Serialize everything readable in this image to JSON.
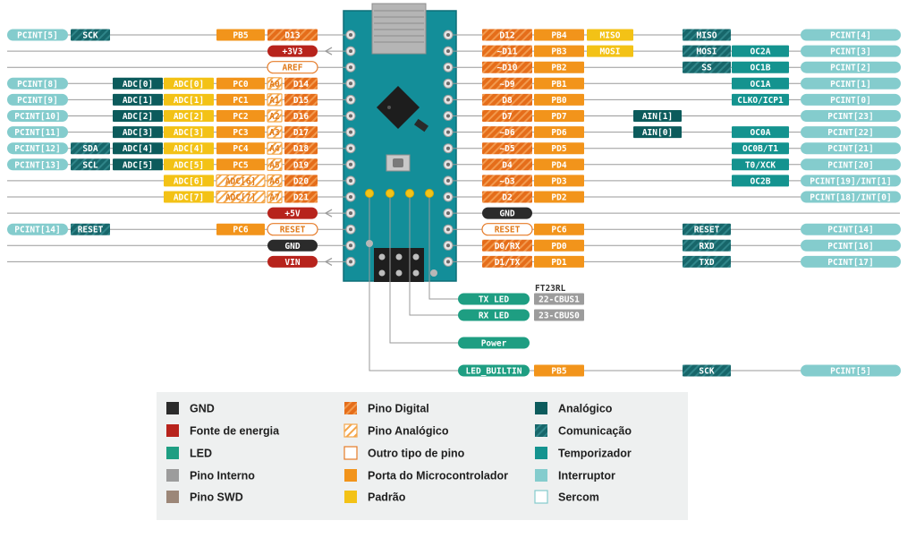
{
  "colors": {
    "gnd": "#2b2b2b",
    "power": "#b7231c",
    "led": "#1e9e82",
    "internal": "#9c9c9c",
    "swd": "#9c8778",
    "digital": "#e56d1a",
    "analog_pin": "#f4a64a",
    "other_pin_border": "#e67b27",
    "port": "#f2941b",
    "default": "#f3c216",
    "analog": "#0c5b5c",
    "comm": "#17666a",
    "timer": "#14938f",
    "interrupt": "#84cccd",
    "sercom_border": "#84cccd",
    "board": "#138e99",
    "wire": "#9a9a9a"
  },
  "left_rows": [
    {
      "pin": "D13",
      "port": "PB5",
      "extras": [
        {
          "text": "SCK",
          "type": "comm"
        },
        {
          "text": "PCINT[5]",
          "type": "interrupt"
        }
      ]
    },
    {
      "pin": "+3V3",
      "type": "power",
      "arrow": true
    },
    {
      "pin": "AREF",
      "type": "other"
    },
    {
      "pin": "D14",
      "aid": "A0",
      "port": "PC0",
      "extras": [
        {
          "text": "ADC[0]",
          "type": "default"
        },
        {
          "text": "ADC[0]",
          "type": "analog"
        },
        {
          "text": "PCINT[8]",
          "type": "interrupt"
        }
      ]
    },
    {
      "pin": "D15",
      "aid": "A1",
      "port": "PC1",
      "extras": [
        {
          "text": "ADC[1]",
          "type": "default"
        },
        {
          "text": "ADC[1]",
          "type": "analog"
        },
        {
          "text": "PCINT[9]",
          "type": "interrupt"
        }
      ]
    },
    {
      "pin": "D16",
      "aid": "A2",
      "port": "PC2",
      "extras": [
        {
          "text": "ADC[2]",
          "type": "default"
        },
        {
          "text": "ADC[2]",
          "type": "analog"
        },
        {
          "text": "PCINT[10]",
          "type": "interrupt"
        }
      ]
    },
    {
      "pin": "D17",
      "aid": "A3",
      "port": "PC3",
      "extras": [
        {
          "text": "ADC[3]",
          "type": "default"
        },
        {
          "text": "ADC[3]",
          "type": "analog"
        },
        {
          "text": "PCINT[11]",
          "type": "interrupt"
        }
      ]
    },
    {
      "pin": "D18",
      "aid": "A4",
      "port": "PC4",
      "extras": [
        {
          "text": "ADC[4]",
          "type": "default"
        },
        {
          "text": "ADC[4]",
          "type": "analog"
        },
        {
          "text": "SDA",
          "type": "comm"
        },
        {
          "text": "PCINT[12]",
          "type": "interrupt"
        }
      ]
    },
    {
      "pin": "D19",
      "aid": "A5",
      "port": "PC5",
      "extras": [
        {
          "text": "ADC[5]",
          "type": "default"
        },
        {
          "text": "ADC[5]",
          "type": "analog"
        },
        {
          "text": "SCL",
          "type": "comm"
        },
        {
          "text": "PCINT[13]",
          "type": "interrupt"
        }
      ]
    },
    {
      "pin": "D20",
      "aid": "A6",
      "extras": [
        {
          "text": "ADC[6]",
          "type": "analog_pin"
        },
        {
          "text": "ADC[6]",
          "type": "default"
        }
      ]
    },
    {
      "pin": "D21",
      "aid": "A7",
      "extras": [
        {
          "text": "ADC[7]",
          "type": "analog_pin"
        },
        {
          "text": "ADC[7]",
          "type": "default"
        }
      ]
    },
    {
      "pin": "+5V",
      "type": "power",
      "arrow": true
    },
    {
      "pin": "RESET",
      "type": "other",
      "port": "PC6",
      "extras": [
        {
          "text": "RESET",
          "type": "comm"
        },
        {
          "text": "PCINT[14]",
          "type": "interrupt"
        }
      ]
    },
    {
      "pin": "GND",
      "type": "gnd"
    },
    {
      "pin": "VIN",
      "type": "power",
      "arrow": true
    }
  ],
  "right_rows": [
    {
      "pin": "D12",
      "port": "PB4",
      "extras": [
        {
          "text": "MISO",
          "type": "default"
        },
        {
          "text": "MISO",
          "type": "comm"
        },
        {
          "text": "PCINT[4]",
          "type": "interrupt"
        }
      ]
    },
    {
      "pin": "~D11",
      "port": "PB3",
      "extras": [
        {
          "text": "MOSI",
          "type": "default"
        },
        {
          "text": "MOSI",
          "type": "comm"
        },
        {
          "text": "OC2A",
          "type": "timer"
        },
        {
          "text": "PCINT[3]",
          "type": "interrupt"
        }
      ]
    },
    {
      "pin": "~D10",
      "port": "PB2",
      "extras": [
        {
          "text": "SS",
          "type": "comm"
        },
        {
          "text": "OC1B",
          "type": "timer"
        },
        {
          "text": "PCINT[2]",
          "type": "interrupt"
        }
      ]
    },
    {
      "pin": "~D9",
      "port": "PB1",
      "extras": [
        {
          "text": "OC1A",
          "type": "timer"
        },
        {
          "text": "PCINT[1]",
          "type": "interrupt"
        }
      ]
    },
    {
      "pin": "D8",
      "port": "PB0",
      "extras": [
        {
          "text": "CLKO/ICP1",
          "type": "timer"
        },
        {
          "text": "PCINT[0]",
          "type": "interrupt"
        }
      ]
    },
    {
      "pin": "D7",
      "port": "PD7",
      "extras": [
        {
          "text": "AIN[1]",
          "type": "analog"
        },
        {
          "text": "PCINT[23]",
          "type": "interrupt"
        }
      ]
    },
    {
      "pin": "~D6",
      "port": "PD6",
      "extras": [
        {
          "text": "AIN[0]",
          "type": "analog"
        },
        {
          "text": "OC0A",
          "type": "timer"
        },
        {
          "text": "PCINT[22]",
          "type": "interrupt"
        }
      ]
    },
    {
      "pin": "~D5",
      "port": "PD5",
      "extras": [
        {
          "text": "OC0B/T1",
          "type": "timer"
        },
        {
          "text": "PCINT[21]",
          "type": "interrupt"
        }
      ]
    },
    {
      "pin": "D4",
      "port": "PD4",
      "extras": [
        {
          "text": "T0/XCK",
          "type": "timer"
        },
        {
          "text": "PCINT[20]",
          "type": "interrupt"
        }
      ]
    },
    {
      "pin": "~D3",
      "port": "PD3",
      "extras": [
        {
          "text": "OC2B",
          "type": "timer"
        },
        {
          "text": "PCINT[19]/INT[1]",
          "type": "interrupt"
        }
      ]
    },
    {
      "pin": "D2",
      "port": "PD2",
      "extras": [
        {
          "text": "PCINT[18]/INT[0]",
          "type": "interrupt"
        }
      ]
    },
    {
      "pin": "GND",
      "type": "gnd"
    },
    {
      "pin": "RESET",
      "type": "other",
      "port": "PC6",
      "extras": [
        {
          "text": "RESET",
          "type": "comm"
        },
        {
          "text": "PCINT[14]",
          "type": "interrupt"
        }
      ]
    },
    {
      "pin": "D0/RX",
      "port": "PD0",
      "extras": [
        {
          "text": "RXD",
          "type": "comm"
        },
        {
          "text": "PCINT[16]",
          "type": "interrupt"
        }
      ]
    },
    {
      "pin": "D1/TX",
      "port": "PD1",
      "extras": [
        {
          "text": "TXD",
          "type": "comm"
        },
        {
          "text": "PCINT[17]",
          "type": "interrupt"
        }
      ]
    }
  ],
  "bottom": {
    "chip_title": "FT23RL",
    "rows": [
      {
        "label": "TX LED",
        "type": "led",
        "extras": [
          {
            "text": "22-CBUS1",
            "type": "internal"
          }
        ]
      },
      {
        "label": "RX LED",
        "type": "led",
        "extras": [
          {
            "text": "23-CBUS0",
            "type": "internal"
          }
        ]
      },
      {
        "label": "Power",
        "type": "led",
        "extras": []
      },
      {
        "label": "LED_BUILTIN",
        "type": "led",
        "extras": [
          {
            "text": "PB5",
            "type": "port"
          },
          {
            "text": "SCK",
            "type": "comm"
          },
          {
            "text": "PCINT[5]",
            "type": "interrupt"
          }
        ]
      }
    ]
  },
  "legend": [
    {
      "text": "GND",
      "type": "gnd"
    },
    {
      "text": "Fonte de energia",
      "type": "power"
    },
    {
      "text": "LED",
      "type": "led"
    },
    {
      "text": "Pino Interno",
      "type": "internal"
    },
    {
      "text": "Pino SWD",
      "type": "swd"
    },
    {
      "text": "Pino Digital",
      "type": "digital"
    },
    {
      "text": "Pino Analógico",
      "type": "analog_pin"
    },
    {
      "text": "Outro tipo de pino",
      "type": "other"
    },
    {
      "text": "Porta do Microcontrolador",
      "type": "port"
    },
    {
      "text": "Padrão",
      "type": "default"
    },
    {
      "text": "Analógico",
      "type": "analog"
    },
    {
      "text": "Comunicação",
      "type": "comm"
    },
    {
      "text": "Temporizador",
      "type": "timer"
    },
    {
      "text": "Interruptor",
      "type": "interrupt"
    },
    {
      "text": "Sercom",
      "type": "sercom"
    }
  ]
}
